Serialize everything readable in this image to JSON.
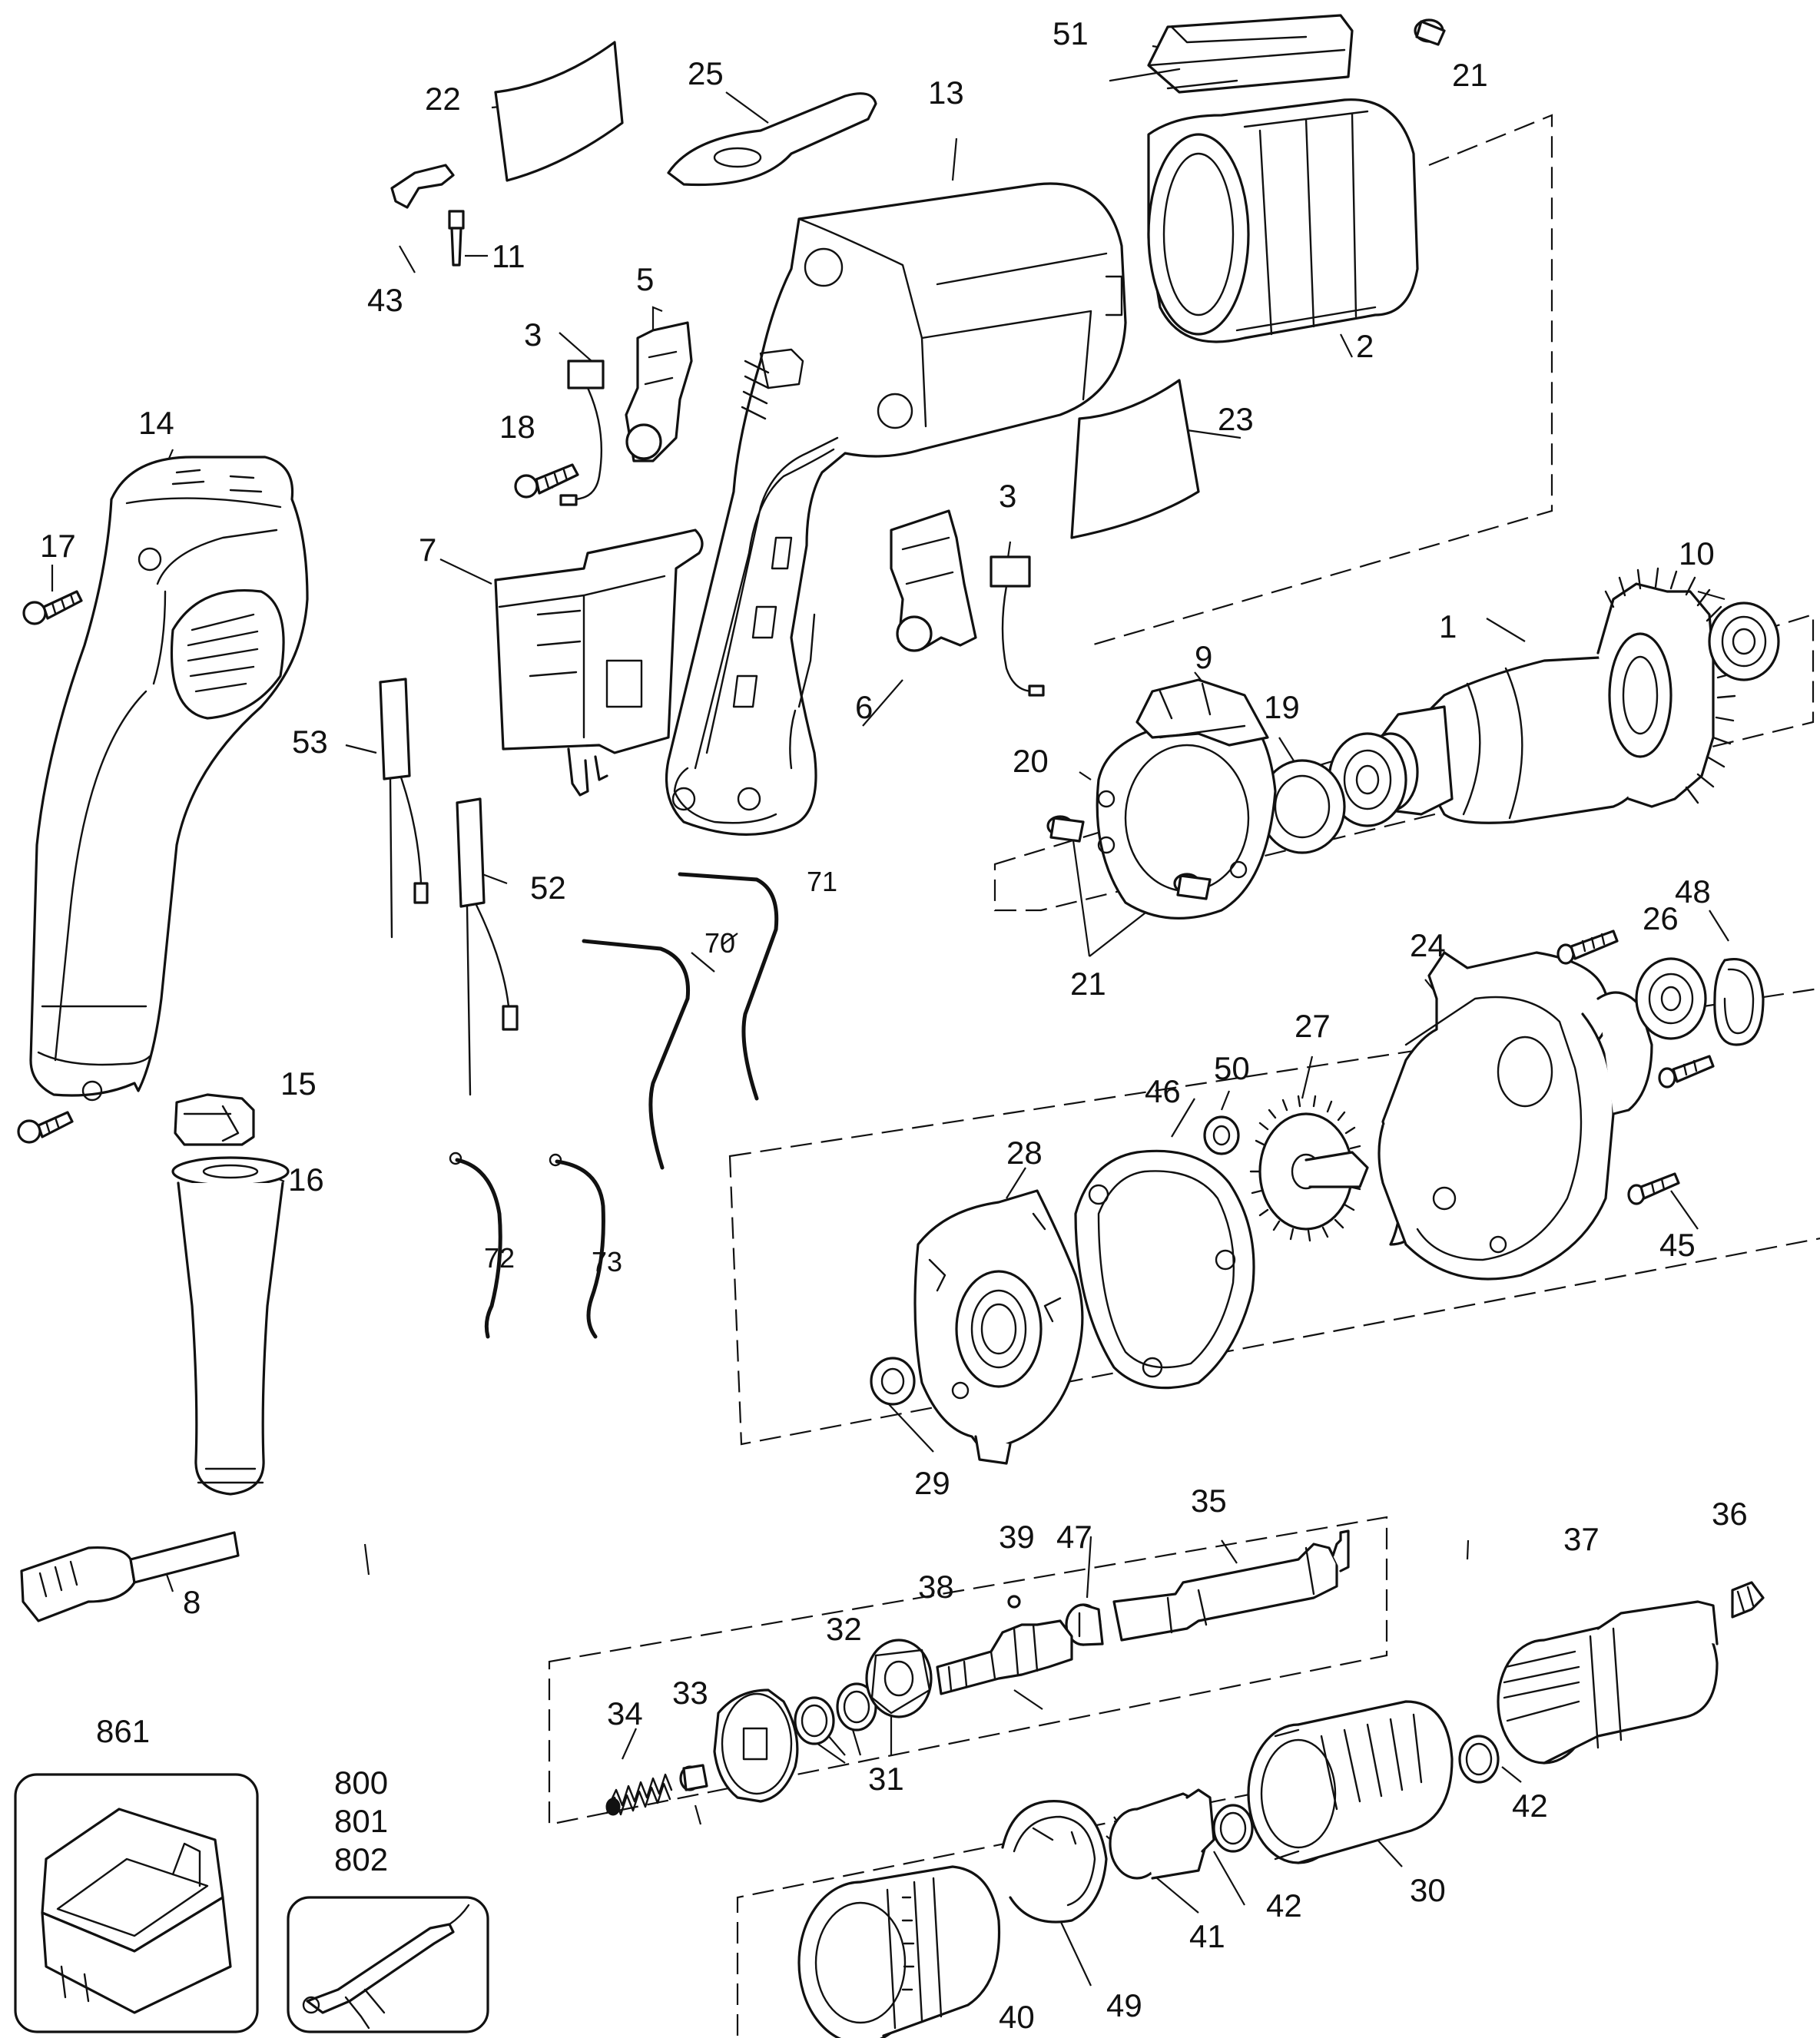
{
  "figure": "exploded-parts-diagram",
  "labels": {
    "l1": "1",
    "l2": "2",
    "l3a": "3",
    "l3b": "3",
    "l5": "5",
    "l6": "6",
    "l7": "7",
    "l8": "8",
    "l9": "9",
    "l10": "10",
    "l11": "11",
    "l13": "13",
    "l14": "14",
    "l15": "15",
    "l16": "16",
    "l17": "17",
    "l18": "18",
    "l19": "19",
    "l20": "20",
    "l21a": "21",
    "l21b": "21",
    "l22": "22",
    "l23": "23",
    "l24": "24",
    "l25": "25",
    "l26": "26",
    "l27": "27",
    "l28": "28",
    "l29": "29",
    "l30": "30",
    "l31": "31",
    "l32": "32",
    "l33": "33",
    "l34": "34",
    "l35": "35",
    "l36": "36",
    "l37": "37",
    "l38": "38",
    "l39": "39",
    "l40": "40",
    "l41": "41",
    "l42a": "42",
    "l42b": "42",
    "l43": "43",
    "l45": "45",
    "l46": "46",
    "l47": "47",
    "l48": "48",
    "l49": "49",
    "l50": "50",
    "l51": "51",
    "l52": "52",
    "l53": "53",
    "l70": "70",
    "l71": "71",
    "l72": "72",
    "l73": "73",
    "l800": "800",
    "l801": "801",
    "l802": "802",
    "l861": "861"
  }
}
